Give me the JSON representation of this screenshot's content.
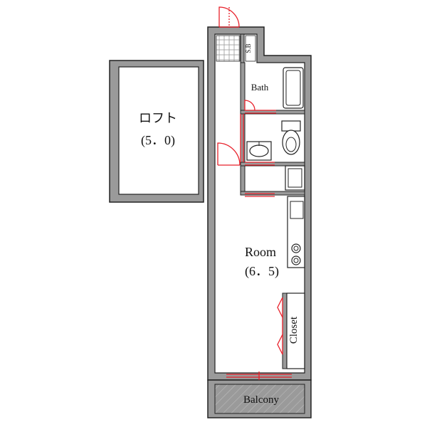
{
  "labels": {
    "loft_name": "ロフト",
    "loft_size": "(5．0)",
    "room_name": "Room",
    "room_size": "(6．5)",
    "bath": "Bath",
    "sb": "S.B",
    "closet": "Closet",
    "balcony": "Balcony"
  },
  "colors": {
    "wall": "#9a9a9a",
    "outline": "#222222",
    "door": "#e8202a",
    "floor": "#ffffff",
    "hatch": "#cccccc"
  }
}
